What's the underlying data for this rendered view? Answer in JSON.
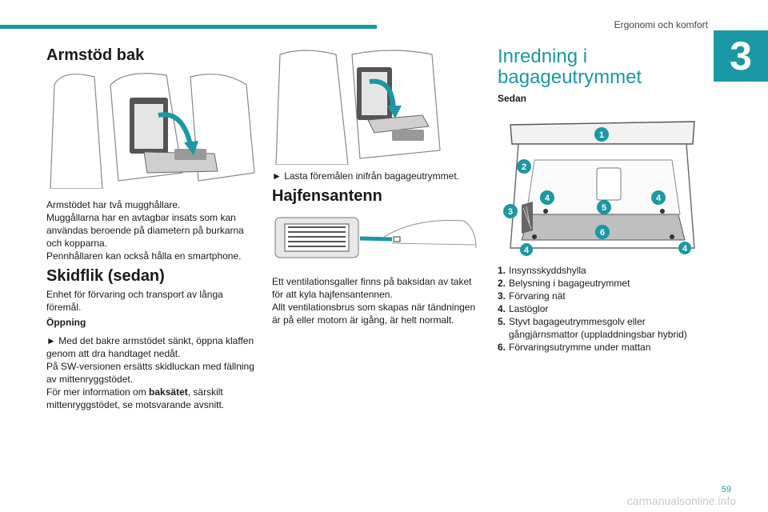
{
  "header": {
    "chapter_title": "Ergonomi och komfort",
    "chapter_number": "3",
    "accent_color": "#1b98a5"
  },
  "col1": {
    "title": "Armstöd bak",
    "para1": "Armstödet har två mugghållare.",
    "para2": "Muggållarna har en avtagbar insats som kan användas beroende på diametern på burkarna och kopparna.",
    "para3": "Pennhållaren kan också hålla en smartphone.",
    "section_title": "Skidflik (sedan)",
    "section_intro": "Enhet för förvaring och transport av långa föremål.",
    "subhead": "Öppning",
    "step": "► Med det bakre armstödet sänkt, öppna klaffen genom att dra handtaget nedåt.",
    "sw_note": "På SW-versionen ersätts skidluckan med fällning av mittenryggstödet.",
    "more_info_prefix": "För mer information om ",
    "more_info_bold": "baksätet",
    "more_info_suffix": ", särskilt mittenryggstödet, se motsvarande avsnitt."
  },
  "col2": {
    "step_load": "► Lasta föremålen inifrån bagageutrymmet.",
    "title": "Hajfensantenn",
    "para1": "Ett ventilationsgaller finns på baksidan av taket för att kyla hajfensantennen.",
    "para2": "Allt ventilationsbrus som skapas när tändningen är på eller motorn är igång, är helt normalt."
  },
  "col3": {
    "title_line1": "Inredning i",
    "title_line2": "bagageutrymmet",
    "variant": "Sedan",
    "callouts": [
      "1",
      "2",
      "3",
      "4",
      "4",
      "4",
      "4",
      "5",
      "6"
    ],
    "parts": [
      {
        "num": "1.",
        "label": "Insynsskyddshylla"
      },
      {
        "num": "2.",
        "label": "Belysning i bagageutrymmet"
      },
      {
        "num": "3.",
        "label": "Förvaring nät"
      },
      {
        "num": "4.",
        "label": "Lastöglor"
      },
      {
        "num": "5.",
        "label": "Styvt bagageutrymmesgolv eller gångjärnsmattor (uppladdningsbar hybrid)"
      },
      {
        "num": "6.",
        "label": "Förvaringsutrymme under mattan"
      }
    ]
  },
  "footer": {
    "page_number": "59",
    "watermark": "carmanualsonline.info"
  }
}
